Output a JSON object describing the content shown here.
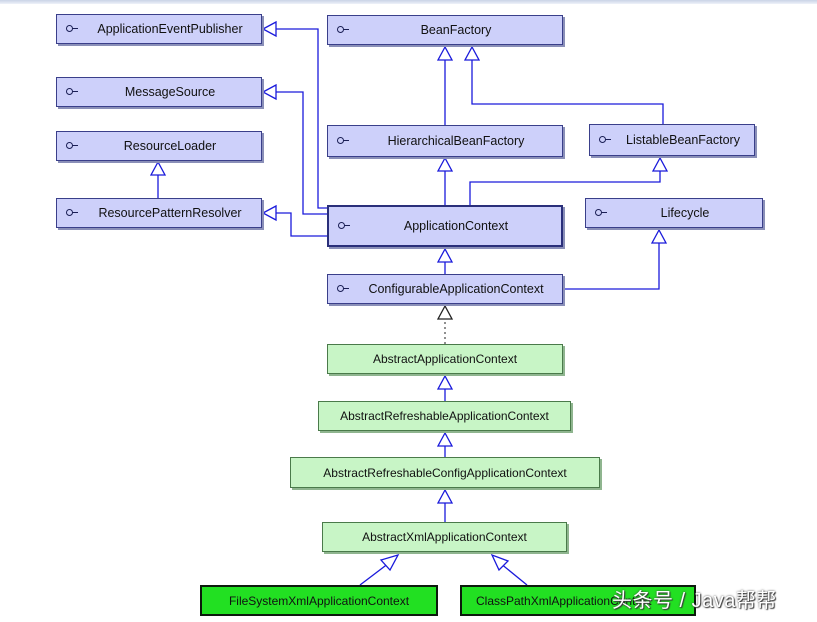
{
  "nodes": {
    "application_event_publisher": "ApplicationEventPublisher",
    "bean_factory": "BeanFactory",
    "message_source": "MessageSource",
    "resource_loader": "ResourceLoader",
    "hierarchical_bean_factory": "HierarchicalBeanFactory",
    "listable_bean_factory": "ListableBeanFactory",
    "resource_pattern_resolver": "ResourcePatternResolver",
    "application_context": "ApplicationContext",
    "lifecycle": "Lifecycle",
    "configurable_application_context": "ConfigurableApplicationContext",
    "abstract_application_context": "AbstractApplicationContext",
    "abstract_refreshable_application_context": "AbstractRefreshableApplicationContext",
    "abstract_refreshable_config_application_context": "AbstractRefreshableConfigApplicationContext",
    "abstract_xml_application_context": "AbstractXmlApplicationContext",
    "file_system_xml_application_context": "FileSystemXmlApplicationContext",
    "class_path_xml_application_context": "ClassPathXmlApplicationContext"
  },
  "icons": {
    "interface_marker": "lollipop-interface-icon"
  },
  "colors": {
    "interface_fill": "#cdd0fa",
    "abstract_fill": "#c8f5c6",
    "concrete_fill": "#22e022",
    "edge": "#1a1adb"
  },
  "watermark": "头条号 / Java帮帮"
}
